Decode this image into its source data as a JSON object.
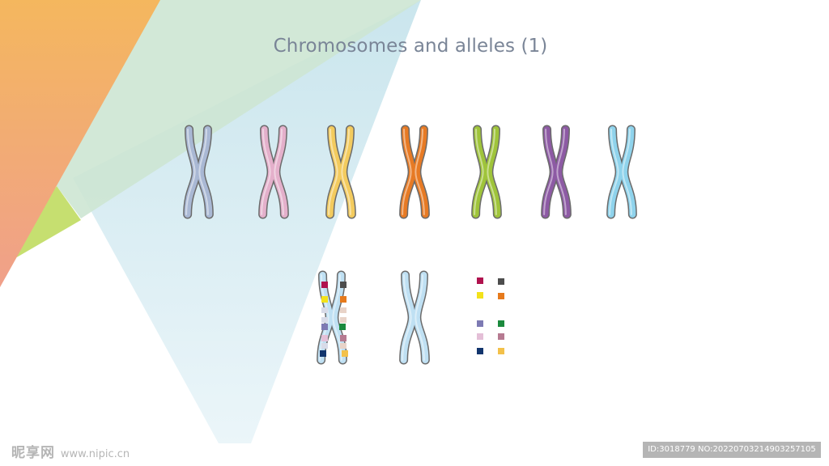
{
  "title": "Chromosomes and alleles (1)",
  "chromosome_colors": [
    "#a9b8d4",
    "#e4b0cb",
    "#f3cb5e",
    "#e77a24",
    "#9fc43a",
    "#8d5aa4",
    "#8fd3ec"
  ],
  "marked_chromosome_color": "#bfe0f3",
  "plain_chromosome_color": "#bfe0f3",
  "allele_colors": {
    "left": [
      "#b0124e",
      "#f3e21a",
      "#7d7ab3",
      "#e4bfd7",
      "#12356d"
    ],
    "right": [
      "#4d4d4d",
      "#e67a1c",
      "#1b8a3d",
      "#b67a91",
      "#f3c14a"
    ]
  },
  "background_colors": {
    "orange": "#f3b066",
    "green": "#c9e2c9",
    "blue": "#cfe7f0",
    "lime": "#c4de6e"
  },
  "watermark": {
    "left_text": "昵享网",
    "left_url": "www.nipic.cn",
    "right_text": "ID:3018779 NO:20220703214903257105"
  }
}
